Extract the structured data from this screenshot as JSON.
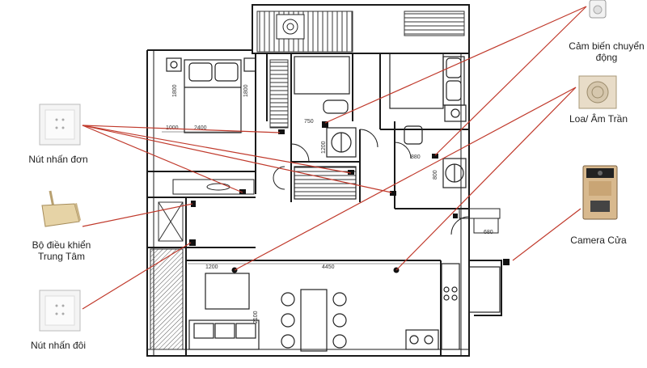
{
  "devices": {
    "motion_sensor": {
      "label_line1": "Cảm biến chuyển",
      "label_line2": "động"
    },
    "speaker": {
      "label": "Loa/ Âm Trần"
    },
    "camera": {
      "label": "Camera Cửa"
    },
    "single_switch": {
      "label": "Nút nhấn đơn"
    },
    "central_controller": {
      "label_line1": "Bộ điều khiển",
      "label_line2": "Trung Tâm"
    },
    "double_switch": {
      "label": "Nút nhấn đôi"
    }
  },
  "dimensions": {
    "d1800_left": "1800",
    "d1800_right": "1800",
    "d1000": "1000",
    "d2400": "2400",
    "d750": "750",
    "d1200_vert": "1200",
    "d880": "880",
    "d800": "800",
    "d680": "680",
    "d1200": "1200",
    "d4450": "4450",
    "d2100": "2100"
  },
  "colors": {
    "pointer_line": "#c0392b",
    "wall": "#1a1a1a",
    "hatch": "#555555"
  }
}
